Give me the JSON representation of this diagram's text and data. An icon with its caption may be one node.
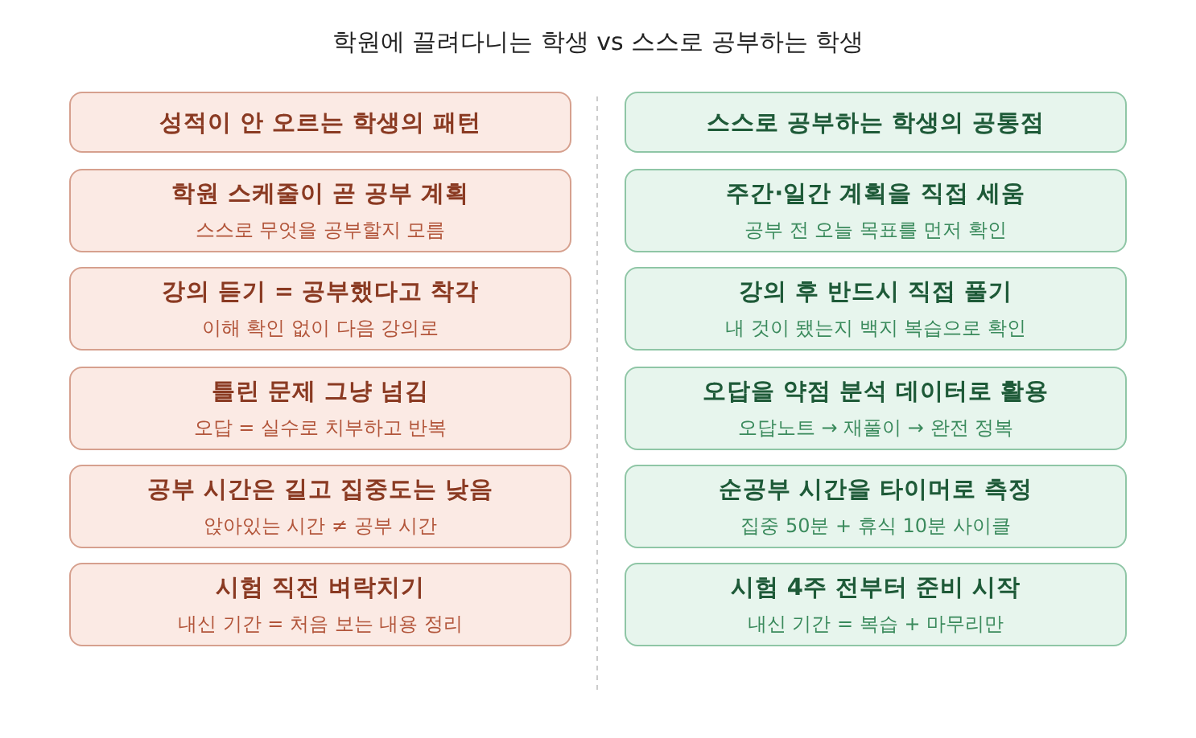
{
  "diagram": {
    "title": "학원에 끌려다니는 학생 vs 스스로 공부하는 학생",
    "nodes": [
      {
        "text": [
          "성적이 안 오르는 학생의 패턴"
        ]
      },
      {
        "text": [
          "학원 스케줄이 곧 공부 계획",
          "스스로 무엇을 공부할지 모름"
        ]
      },
      {
        "text": [
          "강의 듣기 = 공부했다고 착각",
          "이해 확인 없이 다음 강의로"
        ]
      },
      {
        "text": [
          "틀린 문제 그냥 넘김",
          "오답 = 실수로 치부하고 반복"
        ]
      },
      {
        "text": [
          "공부 시간은 길고 집중도는 낮음",
          "앉아있는 시간 ≠ 공부 시간"
        ]
      },
      {
        "text": [
          "시험 직전 벼락치기",
          "내신 기간 = 처음 보는 내용 정리"
        ]
      },
      {
        "text": [
          "스스로 공부하는 학생의 공통점"
        ]
      },
      {
        "text": [
          "주간·일간 계획을 직접 세움",
          "공부 전 오늘 목표를 먼저 확인"
        ]
      },
      {
        "text": [
          "강의 후 반드시 직접 풀기",
          "내 것이 됐는지 백지 복습으로 확인"
        ]
      },
      {
        "text": [
          "오답을 약점 분석 데이터로 활용",
          "오답노트 → 재풀이 → 완전 정복"
        ]
      },
      {
        "text": [
          "순공부 시간을 타이머로 측정",
          "집중 50분 + 휴식 10분 사이클"
        ]
      },
      {
        "text": [
          "시험 4주 전부터 준비 시작",
          "내신 기간 = 복습 + 마무리만"
        ]
      }
    ],
    "edges": []
  }
}
